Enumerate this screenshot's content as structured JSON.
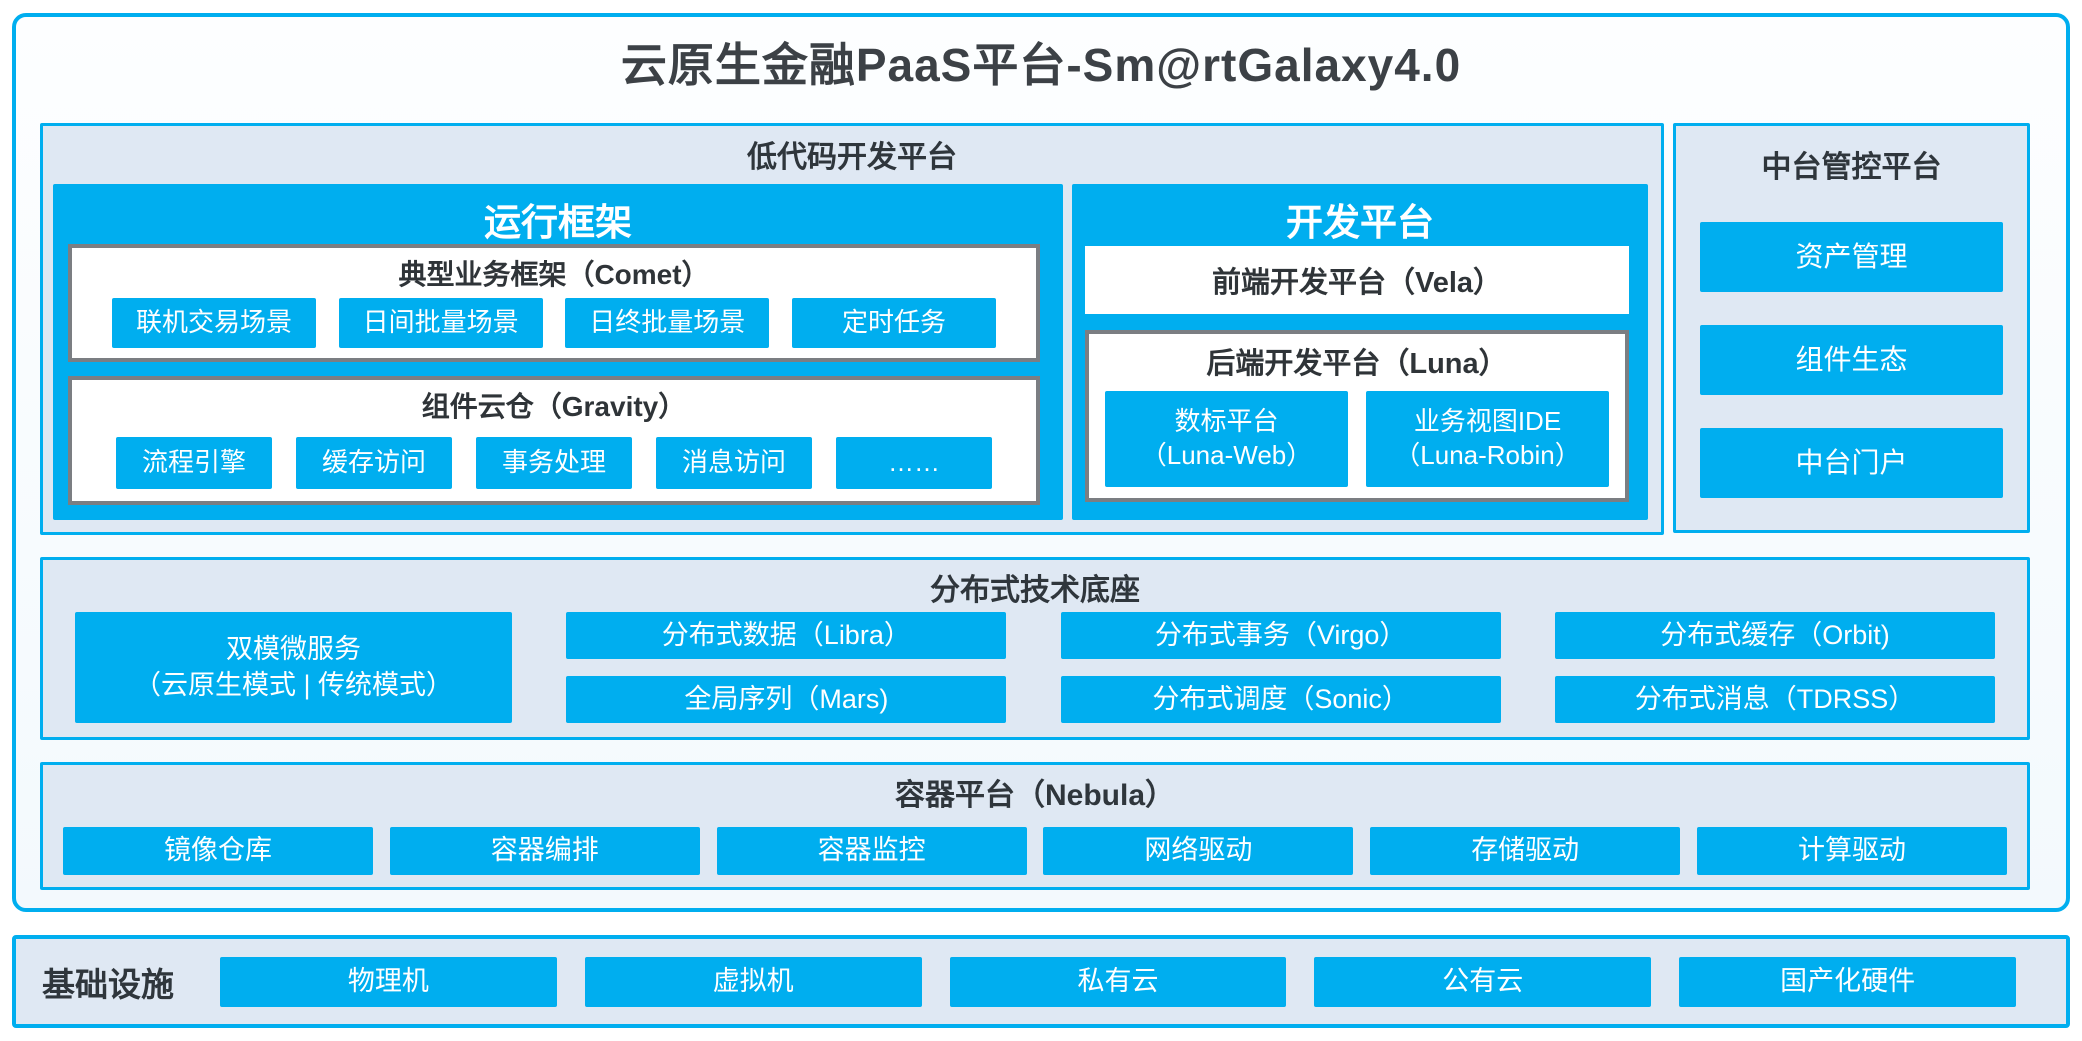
{
  "title": "云原生金融PaaS平台-Sm@rtGalaxy4.0",
  "colors": {
    "accent": "#00AEEF",
    "panel_bg": "#dfe8f3",
    "box_border_gray": "#7b7e82",
    "text_dark": "#2f363c"
  },
  "low_code": {
    "title": "低代码开发平台",
    "runtime": {
      "title": "运行框架",
      "comet": {
        "title": "典型业务框架（Comet）",
        "items": [
          "联机交易场景",
          "日间批量场景",
          "日终批量场景",
          "定时任务"
        ]
      },
      "gravity": {
        "title": "组件云仓（Gravity）",
        "items": [
          "流程引擎",
          "缓存访问",
          "事务处理",
          "消息访问",
          "……"
        ]
      }
    },
    "dev": {
      "title": "开发平台",
      "vela": "前端开发平台（Vela）",
      "luna": {
        "title": "后端开发平台（Luna）",
        "items": [
          {
            "line1": "数标平台",
            "line2": "（Luna-Web）"
          },
          {
            "line1": "业务视图IDE",
            "line2": "（Luna-Robin）"
          }
        ]
      }
    }
  },
  "mid_platform": {
    "title": "中台管控平台",
    "items": [
      "资产管理",
      "组件生态",
      "中台门户"
    ]
  },
  "distributed": {
    "title": "分布式技术底座",
    "dual_mode": {
      "line1": "双模微服务",
      "line2": "（云原生模式 | 传统模式）"
    },
    "columns": [
      [
        "分布式数据（Libra）",
        "全局序列（Mars)"
      ],
      [
        "分布式事务（Virgo）",
        "分布式调度（Sonic）"
      ],
      [
        "分布式缓存（Orbit)",
        "分布式消息（TDRSS）"
      ]
    ]
  },
  "container_platform": {
    "title": "容器平台（Nebula）",
    "items": [
      "镜像仓库",
      "容器编排",
      "容器监控",
      "网络驱动",
      "存储驱动",
      "计算驱动"
    ]
  },
  "infrastructure": {
    "title": "基础设施",
    "items": [
      "物理机",
      "虚拟机",
      "私有云",
      "公有云",
      "国产化硬件"
    ]
  }
}
